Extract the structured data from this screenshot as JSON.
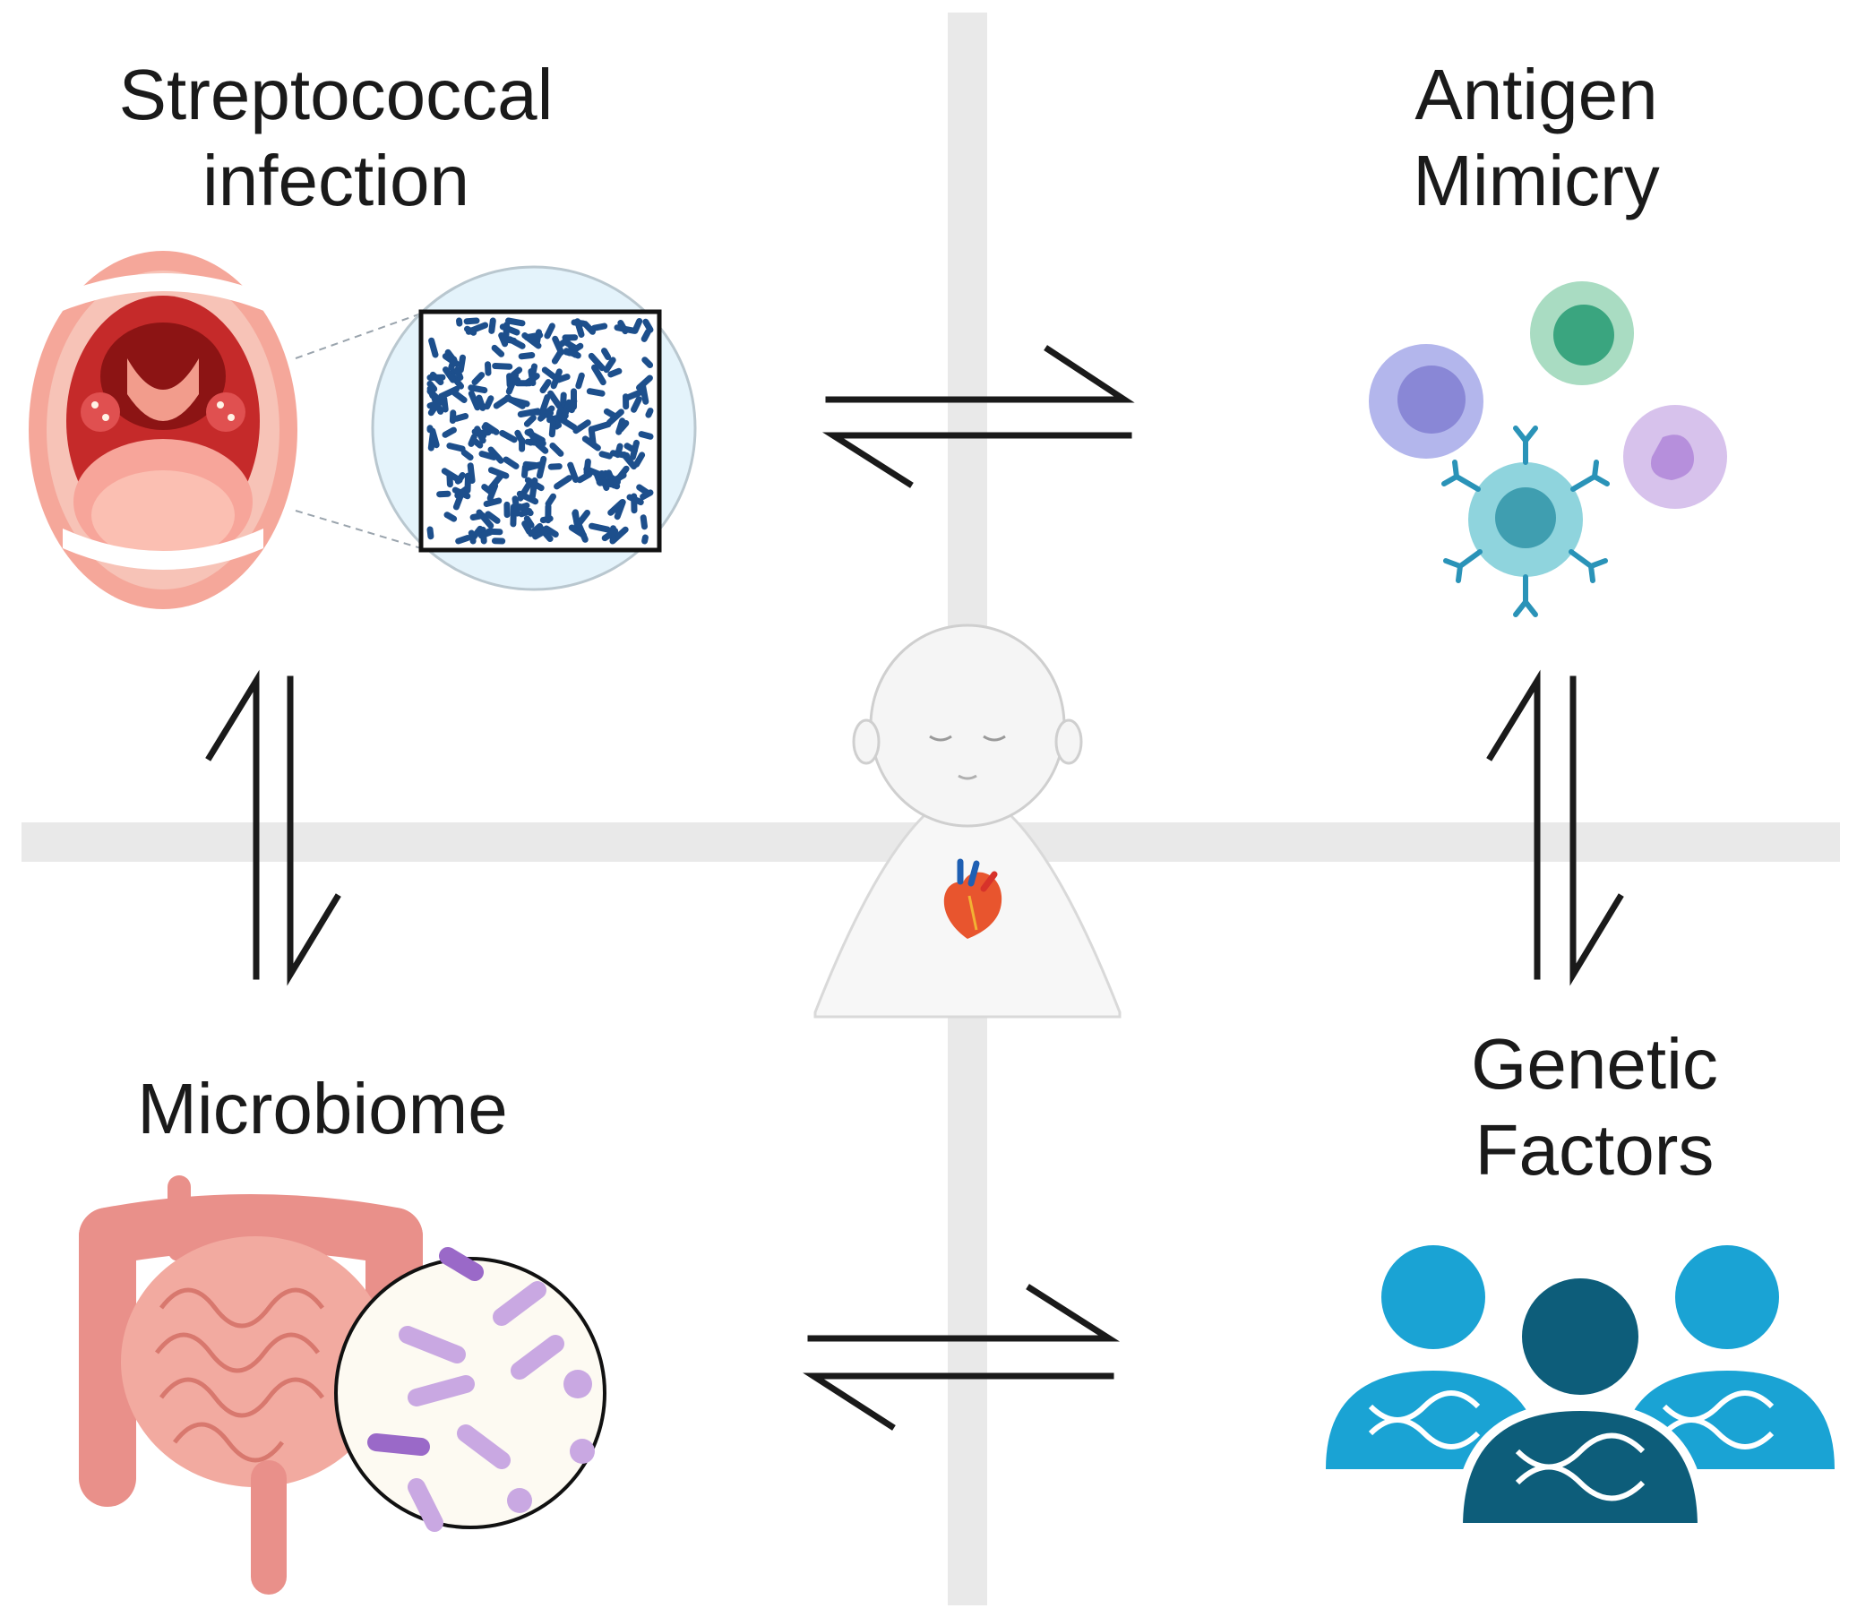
{
  "quadrants": {
    "streptococcal": {
      "label_line1": "Streptococcal",
      "label_line2": "infection",
      "icon": "open-mouth-inflamed-throat-icon"
    },
    "antigen": {
      "label_line1": "Antigen",
      "label_line2": "Mimicry",
      "icon": "immune-cells-icon"
    },
    "microbiome": {
      "label_line1": "Microbiome",
      "icon": "intestine-bacteria-icon"
    },
    "genetic": {
      "label_line1": "Genetic",
      "label_line2": "Factors",
      "icon": "people-dna-icon"
    }
  },
  "center": {
    "icon": "child-with-heart-icon"
  },
  "colors": {
    "cross": "#e9e9e9",
    "arrow": "#1a1a1a",
    "bacteria": "#1d4f8c",
    "genetic_light": "#1aa3d4",
    "genetic_dark": "#0d5d7a"
  }
}
